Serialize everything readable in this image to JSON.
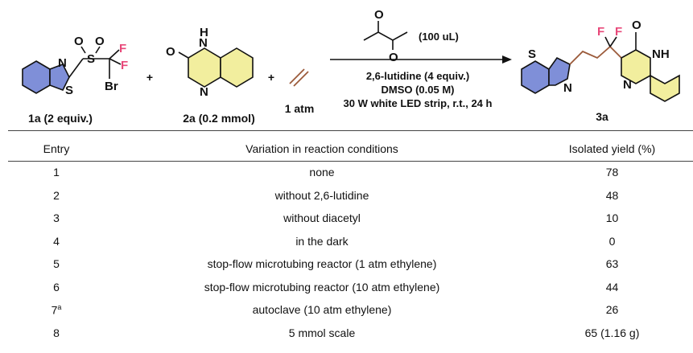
{
  "scheme": {
    "reagent_1a_label": "1a (2 equiv.)",
    "reagent_2a_label": "2a (0.2 mmol)",
    "ethylene_label": "1 atm",
    "product_label": "3a",
    "plus_sign": "+",
    "diacetyl_amount": "(100 uL)",
    "conditions_line1": "2,6-lutidine (4 equiv.)",
    "conditions_line2": "DMSO (0.05 M)",
    "conditions_line3": "30 W white LED strip, r.t., 24 h",
    "atoms": {
      "N": "N",
      "S": "S",
      "O": "O",
      "F": "F",
      "Br": "Br",
      "H": "H",
      "NH": "NH"
    },
    "colors": {
      "benzothiazole_fill": "#7f8fd8",
      "quinoxalinone_fill": "#f2ee9e",
      "fluorine": "#e8497a",
      "linker": "#9b5a3a"
    }
  },
  "table": {
    "headers": [
      "Entry",
      "Variation in reaction conditions",
      "Isolated yield (%)"
    ],
    "rows": [
      {
        "entry": "1",
        "sup": "",
        "variation": "none",
        "yield": "78"
      },
      {
        "entry": "2",
        "sup": "",
        "variation": "without 2,6-lutidine",
        "yield": "48"
      },
      {
        "entry": "3",
        "sup": "",
        "variation": "without diacetyl",
        "yield": "10"
      },
      {
        "entry": "4",
        "sup": "",
        "variation": "in the dark",
        "yield": "0"
      },
      {
        "entry": "5",
        "sup": "",
        "variation": "stop-flow microtubing reactor (1 atm ethylene)",
        "yield": "63"
      },
      {
        "entry": "6",
        "sup": "",
        "variation": "stop-flow microtubing reactor (10 atm ethylene)",
        "yield": "44"
      },
      {
        "entry": "7",
        "sup": "a",
        "variation": "autoclave (10 atm ethylene)",
        "yield": "26"
      },
      {
        "entry": "8",
        "sup": "",
        "variation": "5 mmol scale",
        "yield": "65 (1.16 g)"
      }
    ]
  }
}
